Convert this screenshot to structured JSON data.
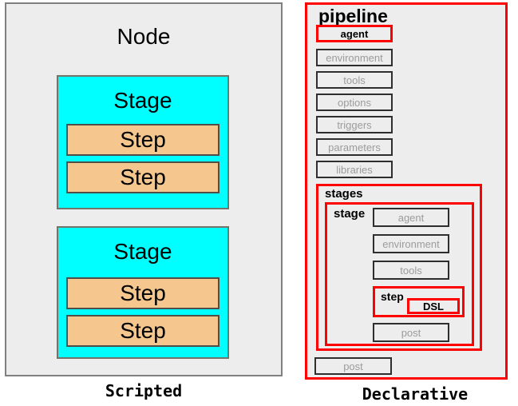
{
  "colors": {
    "red_accent": "#FF0000",
    "panel_fill": "#EDEDED",
    "stage_fill": "#00FFFF",
    "step_fill": "#F5C78E",
    "muted_text": "#9C9C9C",
    "dark_border": "#2E2E2E",
    "gray_border": "#808080",
    "stage_border": "#73736A",
    "step_border": "#4F4F48"
  },
  "scripted": {
    "caption": "Scripted",
    "node_label": "Node",
    "stages": [
      {
        "label": "Stage",
        "steps": [
          "Step",
          "Step"
        ]
      },
      {
        "label": "Stage",
        "steps": [
          "Step",
          "Step"
        ]
      }
    ]
  },
  "declarative": {
    "caption": "Declarative",
    "title": "pipeline",
    "directives": [
      "agent",
      "environment",
      "tools",
      "options",
      "triggers",
      "parameters",
      "libraries"
    ],
    "stages_label": "stages",
    "stage": {
      "label": "stage",
      "directives": [
        "agent",
        "environment",
        "tools"
      ],
      "step_label": "step",
      "dsl_label": "DSL",
      "post_label": "post"
    },
    "post_label": "post"
  }
}
